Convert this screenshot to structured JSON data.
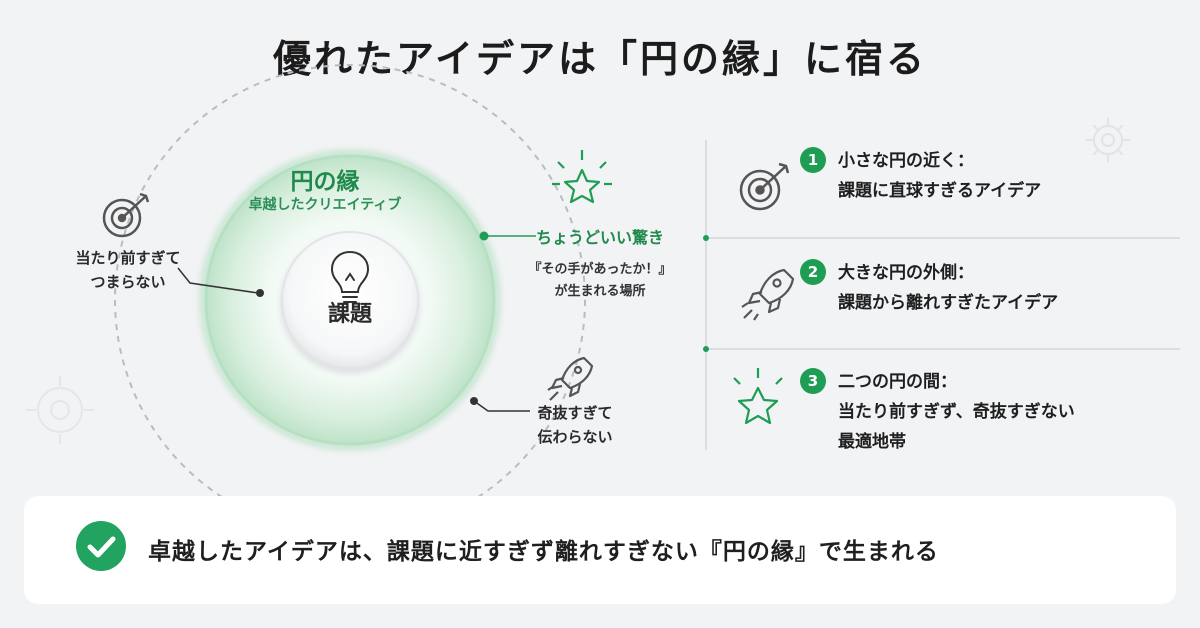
{
  "title": "優れたアイデアは「円の縁」に宿る",
  "diagram": {
    "ring_title": "円の縁",
    "ring_subtitle": "卓越したクリエイティブ",
    "core_label": "課題",
    "near_label_line1": "当たり前すぎて",
    "near_label_line2": "つまらない",
    "sweet_spot_title": "ちょうどいい驚き",
    "sweet_spot_line1": "『その手があったか！』",
    "sweet_spot_line2": "が生まれる場所",
    "far_label_line1": "奇抜すぎて",
    "far_label_line2": "伝わらない",
    "accent_color": "#1f9d55",
    "icons": [
      "lightbulb-icon",
      "target-icon",
      "sparkle-star-icon",
      "rocket-icon",
      "gear-icon"
    ]
  },
  "items": [
    {
      "number": "1",
      "line1": "小さな円の近く：",
      "line2": "課題に直球すぎるアイデア",
      "icon": "target-icon"
    },
    {
      "number": "2",
      "line1": "大きな円の外側：",
      "line2": "課題から離れすぎたアイデア",
      "icon": "rocket-icon"
    },
    {
      "number": "3",
      "line1": "二つの円の間：",
      "line2": "当たり前すぎず、奇抜すぎない",
      "line3": "最適地帯",
      "icon": "sparkle-star-icon"
    }
  ],
  "conclusion": "卓越したアイデアは、課題に近すぎず離れすぎない『円の縁』で生まれる"
}
